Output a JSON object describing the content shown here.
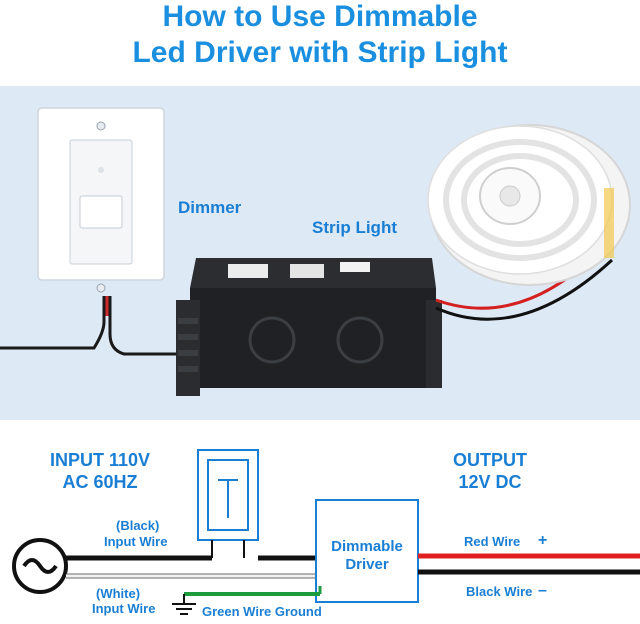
{
  "title": {
    "line1": "How to Use Dimmable",
    "line2": "Led Driver with Strip Light"
  },
  "photo": {
    "dimmer_label": "Dimmer",
    "strip_label": "Strip Light"
  },
  "wiring": {
    "input_line1": "INPUT 110V",
    "input_line2": "AC 60HZ",
    "output_line1": "OUTPUT",
    "output_line2": "12V DC",
    "black_input": {
      "tag": "(Black)",
      "label": "Input Wire"
    },
    "white_input": {
      "tag": "(White)",
      "label": "Input Wire"
    },
    "ground": "Green Wire Ground",
    "driver_line1": "Dimmable",
    "driver_line2": "Driver",
    "red_wire": "Red Wire",
    "red_sign": "+",
    "black_wire": "Black Wire",
    "black_sign": "–",
    "source_symbol": "~"
  },
  "colors": {
    "accent": "#1a7fd4",
    "title": "#1a8fe0",
    "band": "#dde9f5",
    "red_wire": "#e02020",
    "ground_wire": "#1e9b3c"
  }
}
